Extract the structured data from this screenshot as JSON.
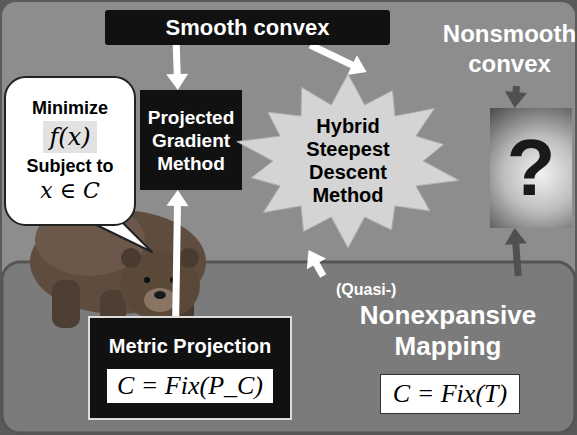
{
  "diagram": {
    "nodes": [
      {
        "text": [
          "Smooth convex"
        ]
      },
      {
        "text": [
          "Nonsmooth convex"
        ]
      },
      {
        "text": [
          "Minimize",
          "f(x)",
          "Subject to",
          "x ∈ C"
        ]
      },
      {
        "text": [
          "Projected Gradient Method"
        ]
      },
      {
        "text": [
          "Hybrid Steepest Descent Method"
        ]
      },
      {
        "text": [
          "?"
        ]
      },
      {
        "text": [
          "Metric Projection",
          "C = Fix(P_C)"
        ]
      },
      {
        "text": [
          "(Quasi-)",
          "Nonexpansive Mapping"
        ]
      },
      {
        "text": [
          "C = Fix(T)"
        ]
      }
    ],
    "edges": [
      {
        "from": 0,
        "to": 3,
        "arrow": "to"
      },
      {
        "from": 0,
        "to": 4,
        "arrow": "to"
      },
      {
        "from": 6,
        "to": 3,
        "arrow": "to"
      },
      {
        "from": 7,
        "to": 4,
        "arrow": "to"
      },
      {
        "from": 1,
        "to": 5,
        "arrow": "to"
      },
      {
        "from": 7,
        "to": 5,
        "arrow": "to"
      }
    ]
  }
}
